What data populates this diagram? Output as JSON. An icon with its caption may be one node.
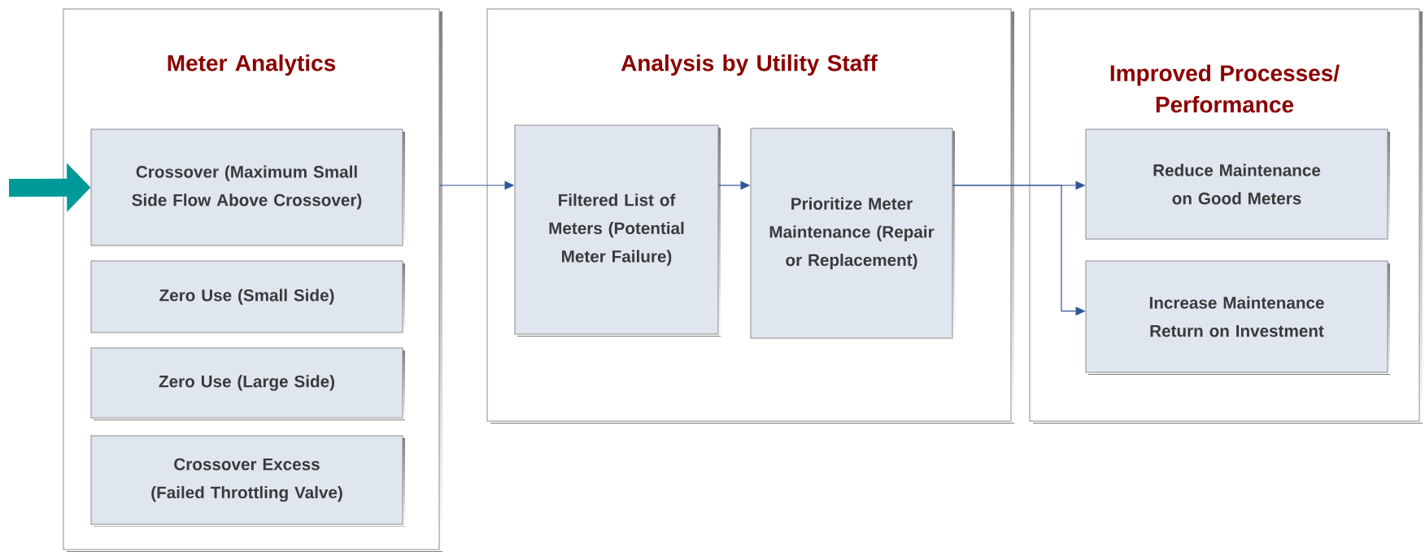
{
  "diagram": {
    "nodes": [
      {
        "text": [
          "Meter Analytics"
        ]
      },
      {
        "text": [
          "Crossover (Maximum Small Side Flow Above Crossover)"
        ],
        "in": 0
      },
      {
        "text": [
          "Zero Use (Small Side)"
        ],
        "in": 0
      },
      {
        "text": [
          "Zero Use (Large Side)"
        ],
        "in": 0
      },
      {
        "text": [
          "Crossover Excess (Failed Throttling Valve)"
        ],
        "in": 0
      },
      {
        "text": [
          "Analysis by Utility Staff"
        ]
      },
      {
        "text": [
          "Filtered List of Meters (Potential Meter Failure)"
        ],
        "in": 5
      },
      {
        "text": [
          "Prioritize Meter Maintenance (Repair or Replacement)"
        ],
        "in": 5
      },
      {
        "text": [
          "Improved Processes/ Performance"
        ]
      },
      {
        "text": [
          "Reduce Maintenance on Good Meters"
        ],
        "in": 8
      },
      {
        "text": [
          "Increase Maintenance Return on Investment"
        ],
        "in": 8
      }
    ],
    "edges": [
      {
        "from": null,
        "to": 1,
        "arrow": "to",
        "style": "thick",
        "color": "#009999"
      },
      {
        "from": 0,
        "to": 6,
        "arrow": "to"
      },
      {
        "from": 6,
        "to": 7,
        "arrow": "to"
      },
      {
        "from": 7,
        "to": 9,
        "arrow": "to"
      },
      {
        "from": 7,
        "to": 10,
        "arrow": "to"
      }
    ]
  }
}
